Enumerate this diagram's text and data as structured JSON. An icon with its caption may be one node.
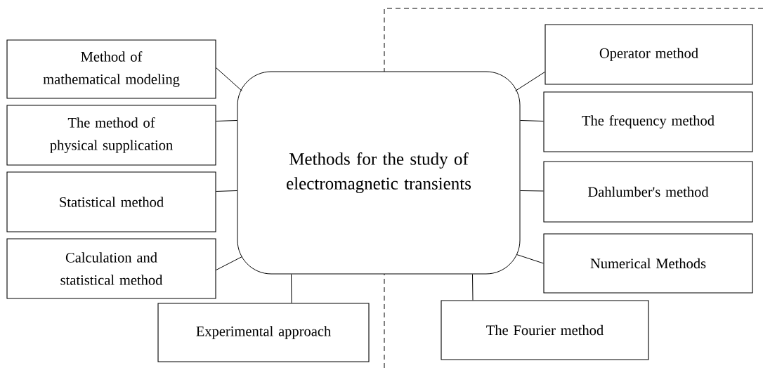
{
  "diagram": {
    "nodes": [
      {
        "text": [
          "Methods for the study of electromagnetic transients"
        ]
      },
      {
        "text": [
          "Method of mathematical modeling"
        ]
      },
      {
        "text": [
          "The method of physical supplication"
        ]
      },
      {
        "text": [
          "Statistical method"
        ]
      },
      {
        "text": [
          "Calculation and statistical method"
        ]
      },
      {
        "text": [
          "Experimental approach"
        ]
      },
      {
        "text": [
          "Operator method"
        ]
      },
      {
        "text": [
          "The frequency method"
        ]
      },
      {
        "text": [
          "Dahlumber's method"
        ]
      },
      {
        "text": [
          "Numerical Methods"
        ]
      },
      {
        "text": [
          "The Fourier method"
        ]
      }
    ],
    "edges": [
      {
        "from": 1,
        "to": 0,
        "arrow": "none"
      },
      {
        "from": 2,
        "to": 0,
        "arrow": "none"
      },
      {
        "from": 3,
        "to": 0,
        "arrow": "none"
      },
      {
        "from": 4,
        "to": 0,
        "arrow": "none"
      },
      {
        "from": 5,
        "to": 0,
        "arrow": "none"
      },
      {
        "from": 6,
        "to": 0,
        "arrow": "none"
      },
      {
        "from": 7,
        "to": 0,
        "arrow": "none"
      },
      {
        "from": 8,
        "to": 0,
        "arrow": "none"
      },
      {
        "from": 9,
        "to": 0,
        "arrow": "none"
      },
      {
        "from": 10,
        "to": 0,
        "arrow": "none"
      }
    ]
  }
}
